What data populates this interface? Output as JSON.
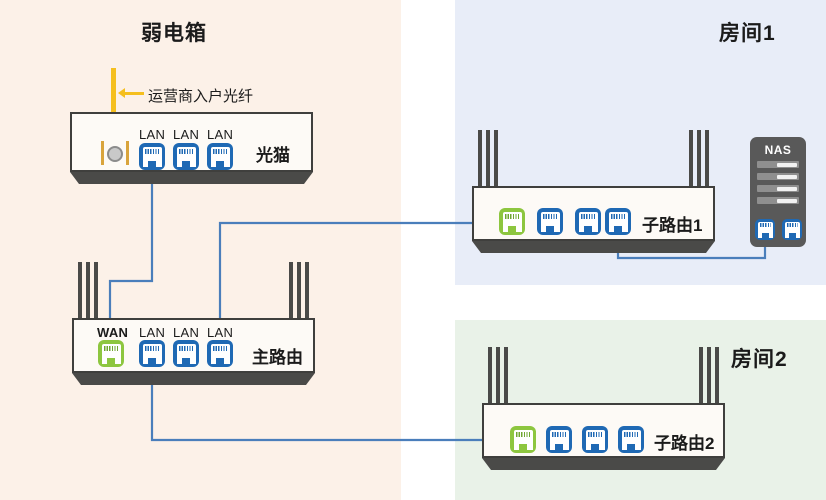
{
  "zones": {
    "cabinet": {
      "title": "弱电箱",
      "bg": "#fcf1e8"
    },
    "room1": {
      "title": "房间1",
      "bg": "#e8edf8"
    },
    "room2": {
      "title": "房间2",
      "bg": "#e9f2e8"
    }
  },
  "fiber": {
    "label": "运营商入户光纤",
    "color": "#f5bf1e"
  },
  "devices": {
    "modem": {
      "name": "光猫",
      "ports": [
        {
          "type": "fiber",
          "label": ""
        },
        {
          "type": "lan",
          "label": "LAN"
        },
        {
          "type": "lan",
          "label": "LAN"
        },
        {
          "type": "lan",
          "label": "LAN"
        }
      ]
    },
    "main_router": {
      "name": "主路由",
      "ports": [
        {
          "type": "wan",
          "label": "WAN"
        },
        {
          "type": "lan",
          "label": "LAN"
        },
        {
          "type": "lan",
          "label": "LAN"
        },
        {
          "type": "lan",
          "label": "LAN"
        }
      ]
    },
    "sub_router_1": {
      "name": "子路由1",
      "ports": [
        {
          "type": "wan",
          "label": ""
        },
        {
          "type": "lan",
          "label": ""
        },
        {
          "type": "lan",
          "label": ""
        },
        {
          "type": "lan",
          "label": ""
        }
      ]
    },
    "sub_router_2": {
      "name": "子路由2",
      "ports": [
        {
          "type": "wan",
          "label": ""
        },
        {
          "type": "lan",
          "label": ""
        },
        {
          "type": "lan",
          "label": ""
        },
        {
          "type": "lan",
          "label": ""
        }
      ]
    },
    "nas": {
      "name": "NAS",
      "bays": 4,
      "ports": [
        {
          "type": "lan",
          "label": ""
        },
        {
          "type": "lan",
          "label": ""
        }
      ]
    }
  },
  "colors": {
    "lan_port": "#1f69b4",
    "wan_port": "#8dc63f",
    "cable": "#4a7ebb",
    "fiber_cable": "#f5bf1e",
    "chassis_outline": "#3f3f3d",
    "nas_body": "#595959"
  },
  "cables": [
    {
      "from": "modem-lan-1",
      "to": "main-router-wan"
    },
    {
      "from": "main-router-lan-3",
      "to": "sub-router-1-wan"
    },
    {
      "from": "main-router-lan-1",
      "to": "sub-router-2-wan"
    },
    {
      "from": "sub-router-1-lan-3",
      "to": "nas-lan-1"
    }
  ]
}
